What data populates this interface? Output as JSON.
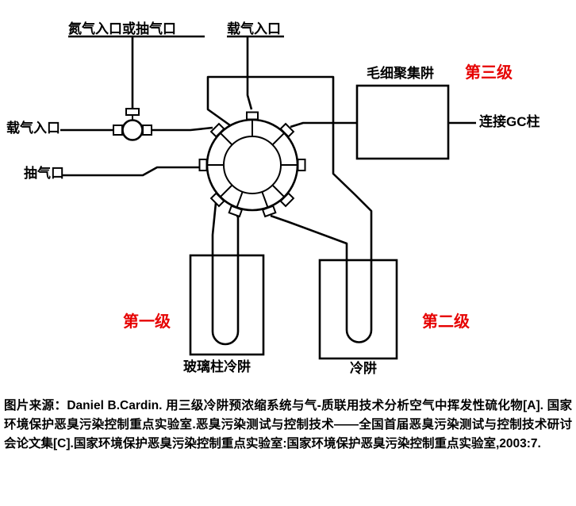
{
  "diagram": {
    "labels": {
      "nitrogen_inlet": "氮气入口或抽气口",
      "carrier_gas_inlet_top": "载气入口",
      "carrier_gas_inlet_left": "载气入口",
      "pump_port": "抽气口",
      "capillary_trap": "毛细聚集阱",
      "stage_three": "第三级",
      "gc_column": "连接GC柱",
      "stage_one": "第一级",
      "stage_two": "第二级",
      "glass_column_trap": "玻璃柱冷阱",
      "cold_trap": "冷阱"
    },
    "colors": {
      "stage_red": "#e60000",
      "line_black": "#000000",
      "background": "#ffffff"
    }
  },
  "caption": {
    "text": "图片来源：Daniel B.Cardin. 用三级冷阱预浓缩系统与气-质联用技术分析空气中挥发性硫化物[A]. 国家环境保护恶臭污染控制重点实验室.恶臭污染测试与控制技术——全国首届恶臭污染测试与控制技术研讨会论文集[C].国家环境保护恶臭污染控制重点实验室:国家环境保护恶臭污染控制重点实验室,2003:7."
  }
}
